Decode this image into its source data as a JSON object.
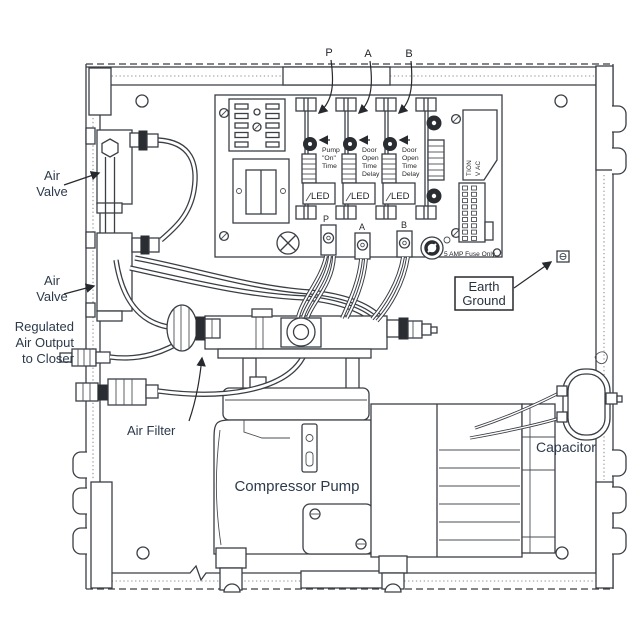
{
  "colors": {
    "ink": "#3a3f45",
    "label": "#2c3a4c",
    "background": "#ffffff"
  },
  "callouts": {
    "air_valve_top": [
      "Air",
      "Valve"
    ],
    "air_valve_bottom": [
      "Air",
      "Valve"
    ],
    "regulated_air_output": [
      "Regulated",
      "Air Output",
      "to Closer"
    ],
    "air_filter": "Air Filter",
    "compressor_pump": "Compressor Pump",
    "capacitor": "Capacitor",
    "earth_ground": [
      "Earth",
      "Ground"
    ]
  },
  "ports": {
    "top": [
      "P",
      "A",
      "B"
    ],
    "board": [
      "P",
      "A",
      "B"
    ]
  },
  "board": {
    "timers": [
      {
        "label_lines": [
          "Pump",
          "\"On\"",
          "Time"
        ],
        "led": "LED"
      },
      {
        "label_lines": [
          "Door",
          "Open",
          "Time",
          "Delay"
        ],
        "led": "LED"
      },
      {
        "label_lines": [
          "Door",
          "Open",
          "Time",
          "Delay"
        ],
        "led": "LED"
      }
    ],
    "fuse_note": "5 AMP Fuse Only",
    "connector_vertical_text": [
      "TION",
      "V AC"
    ]
  }
}
